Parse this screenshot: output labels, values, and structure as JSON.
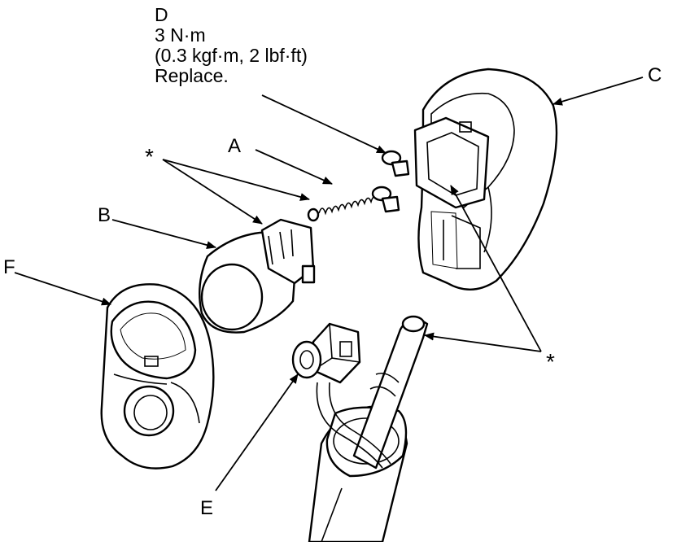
{
  "spec": {
    "letter": "D",
    "torque": "3 N·m",
    "alt_units": "(0.3 kgf·m, 2 lbf·ft)",
    "note": "Replace."
  },
  "labels": {
    "a": "A",
    "b": "B",
    "c": "C",
    "e": "E",
    "f": "F",
    "asterisk_left": "*",
    "asterisk_right": "*"
  }
}
